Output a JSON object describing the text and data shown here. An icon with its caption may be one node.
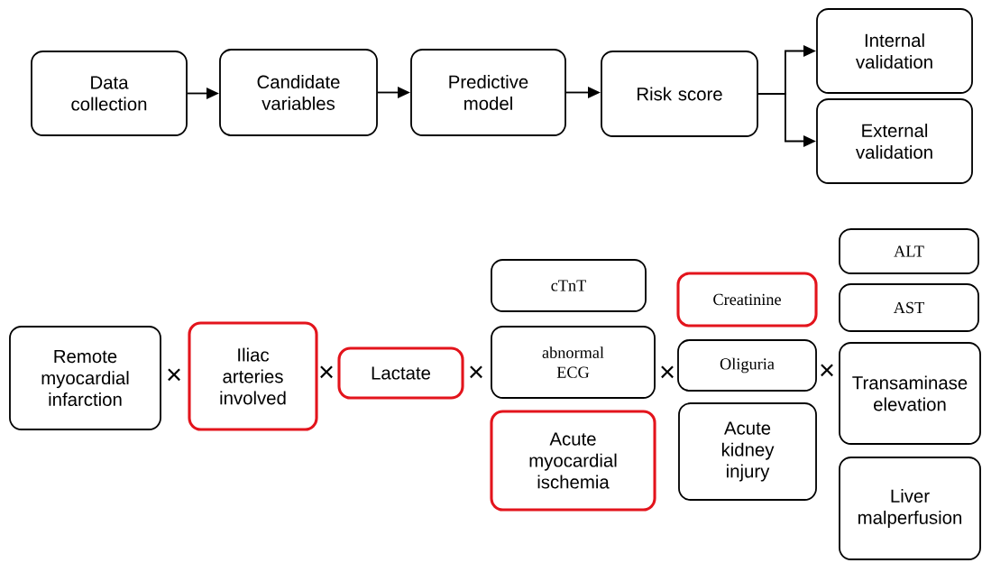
{
  "diagram": {
    "nodes": [
      {
        "text": [
          "Data collection"
        ]
      },
      {
        "text": [
          "Candidate variables"
        ]
      },
      {
        "text": [
          "Predictive model"
        ]
      },
      {
        "text": [
          "Risk score"
        ]
      },
      {
        "text": [
          "Internal validation"
        ]
      },
      {
        "text": [
          "External validation"
        ]
      },
      {
        "text": [
          "Remote myocardial infarction"
        ]
      },
      {
        "text": [
          "Iliac arteries involved"
        ]
      },
      {
        "text": [
          "Lactate"
        ]
      },
      {
        "text": [
          "cTnT"
        ]
      },
      {
        "text": [
          "abnormal ECG"
        ]
      },
      {
        "text": [
          "Acute myocardial ischemia"
        ]
      },
      {
        "text": [
          "Creatinine"
        ]
      },
      {
        "text": [
          "Oliguria"
        ]
      },
      {
        "text": [
          "Acute kidney injury"
        ]
      },
      {
        "text": [
          "ALT"
        ]
      },
      {
        "text": [
          "AST"
        ]
      },
      {
        "text": [
          "Transaminase elevation"
        ]
      },
      {
        "text": [
          "Liver malperfusion"
        ]
      }
    ],
    "edges": [
      {
        "from": 0,
        "to": 1,
        "arrow": "to"
      },
      {
        "from": 1,
        "to": 2,
        "arrow": "to"
      },
      {
        "from": 2,
        "to": 3,
        "arrow": "to"
      },
      {
        "from": 3,
        "to": 4,
        "arrow": "to"
      },
      {
        "from": 3,
        "to": 5,
        "arrow": "to"
      }
    ],
    "labels": [
      "×",
      "×",
      "×",
      "×",
      "×"
    ]
  }
}
